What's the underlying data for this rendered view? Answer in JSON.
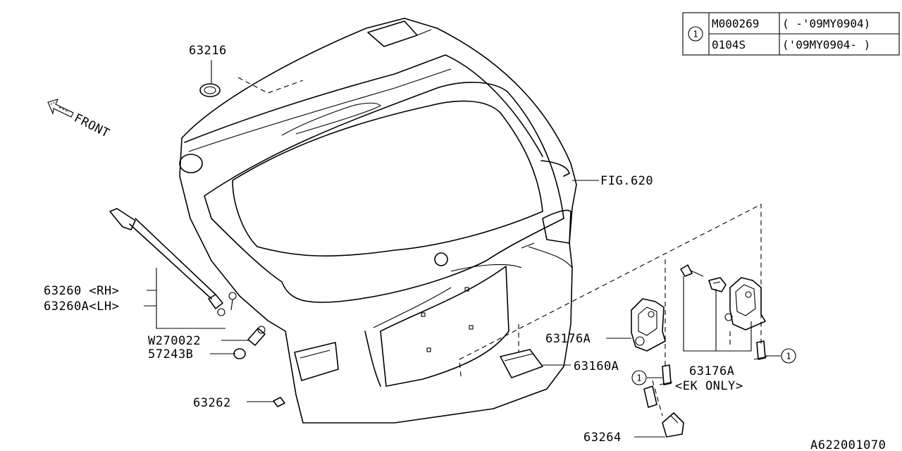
{
  "figure_id": "A622001070",
  "direction_label": "FRONT",
  "circle_ref": "1",
  "applicability_table": [
    {
      "code": "M000269",
      "range": "( -'09MY0904)"
    },
    {
      "code": "0104S",
      "range": "('09MY0904- )"
    }
  ],
  "labels": {
    "p63216": "63216",
    "fig620": "FIG.620",
    "p63260": "63260 <RH>",
    "p63260a": "63260A<LH>",
    "w270022": "W270022",
    "p57243b": "57243B",
    "p63262": "63262",
    "p63176a_1": "63176A",
    "p63160a": "63160A",
    "p63176a_2": "63176A",
    "ek_only": "<EK ONLY>",
    "p63264": "63264"
  }
}
